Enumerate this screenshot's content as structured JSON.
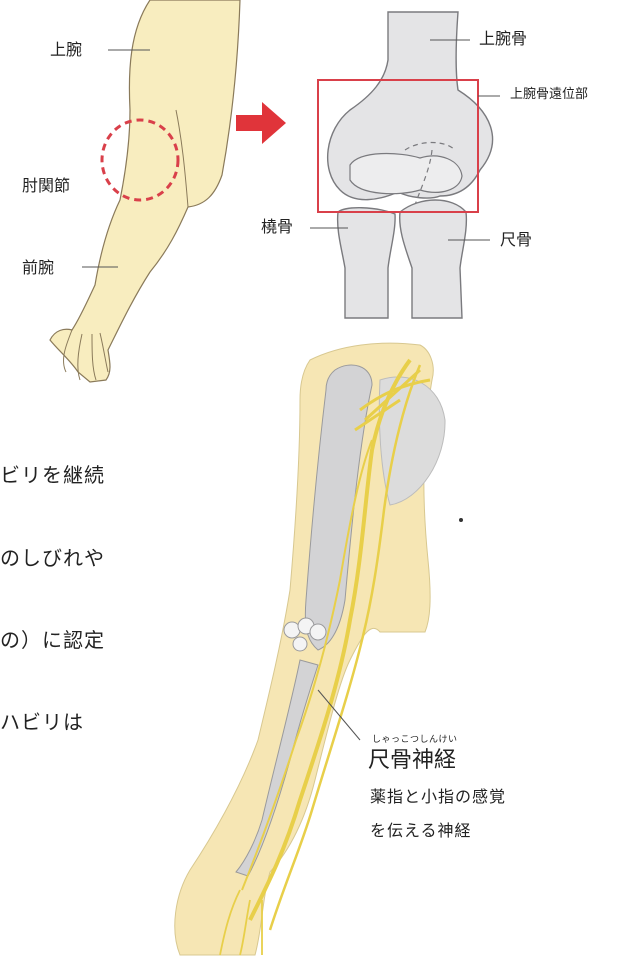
{
  "arm_diagram": {
    "labels": {
      "upper_arm": "上腕",
      "elbow_joint": "肘関節",
      "forearm": "前腕"
    }
  },
  "bone_diagram": {
    "labels": {
      "humerus": "上腕骨",
      "distal_humerus": "上腕骨遠位部",
      "radius": "橈骨",
      "ulna": "尺骨"
    },
    "highlight_color": "#d9404a"
  },
  "arrow": {
    "color": "#e0343a"
  },
  "body_text": {
    "lines": [
      "ビリを継続",
      "のしびれや",
      "の）に認定",
      "ハビリは"
    ]
  },
  "nerve_diagram": {
    "ruby": "しゃっこつしんけい",
    "title": "尺骨神経",
    "caption_lines": [
      "薬指と小指の感覚",
      "を伝える神経"
    ],
    "nerve_color": "#e8cf4a",
    "skin_color": "#f6e6b4"
  }
}
